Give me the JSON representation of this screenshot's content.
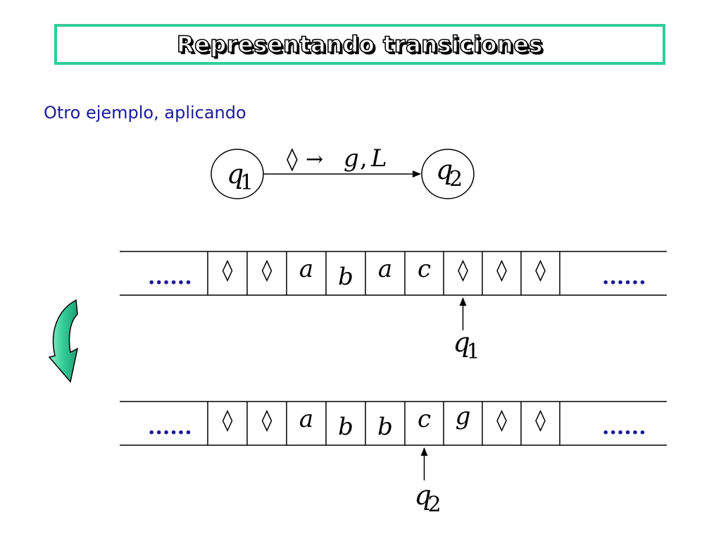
{
  "slide": {
    "title": "Representando transiciones",
    "subtitle": "Otro ejemplo, aplicando"
  },
  "transition": {
    "from_state": "q",
    "from_index": "1",
    "to_state": "q",
    "to_index": "2",
    "read_symbol": "◊",
    "arrow": "→",
    "write_symbol": "g",
    "separator": ",",
    "move": "L"
  },
  "tape_before": {
    "left_ellipsis": "......",
    "cells": [
      "◊",
      "◊",
      "a",
      "b",
      "a",
      "c",
      "◊",
      "◊",
      "◊"
    ],
    "right_ellipsis": "......",
    "head_cell": 6,
    "head_state": "q",
    "head_index": "1"
  },
  "tape_after": {
    "left_ellipsis": "......",
    "cells": [
      "◊",
      "◊",
      "a",
      "b",
      "b",
      "c",
      "g",
      "◊",
      "◊"
    ],
    "right_ellipsis": "......",
    "head_cell": 5,
    "head_state": "q",
    "head_index": "2"
  },
  "colors": {
    "title_border": "#33cc99",
    "subtitle": "#1a1a99",
    "curved_arrow": "#33cc99"
  }
}
